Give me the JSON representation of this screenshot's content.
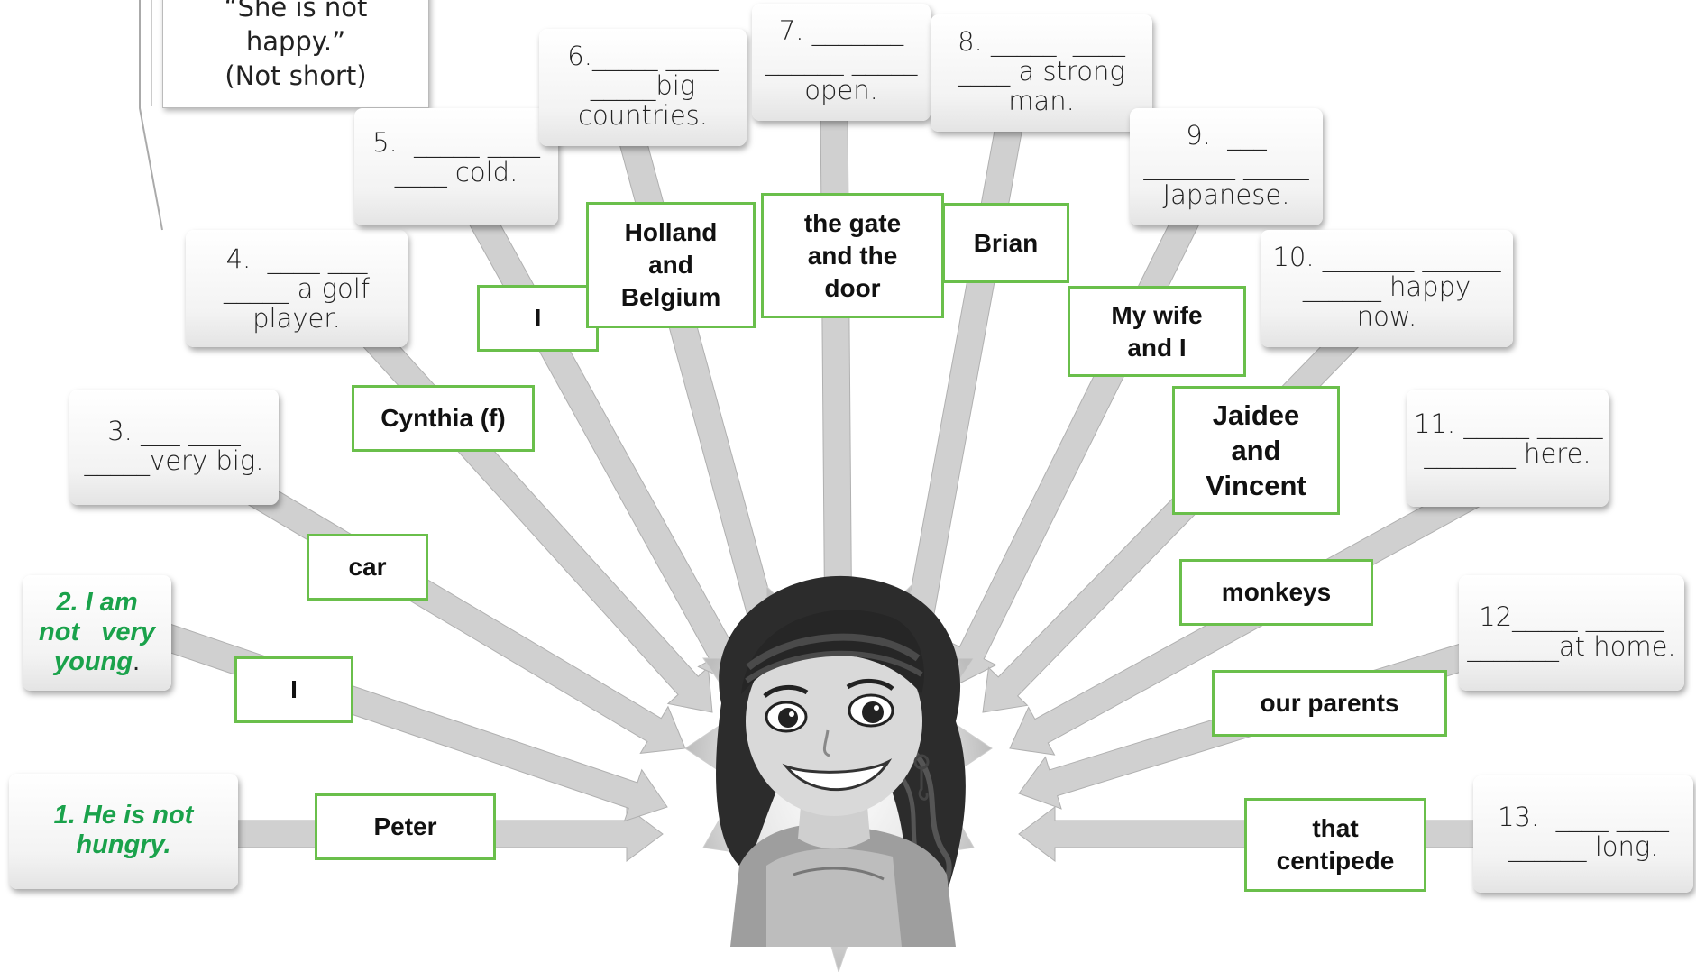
{
  "instruction_card": {
    "lines": [
      "“She is not",
      "happy.”",
      "(Not short)"
    ]
  },
  "exercise_cards": [
    {
      "id": "card-1",
      "lines": [
        "1. He is not",
        "hungry."
      ],
      "example": true
    },
    {
      "id": "card-2",
      "lines": [
        "2. I am",
        "not   very",
        "young"
      ],
      "suffix": ".",
      "example": true
    },
    {
      "id": "card-3",
      "lines": [
        "3. ___ ____",
        "_____very big."
      ]
    },
    {
      "id": "card-4",
      "lines": [
        "4.  ____ ___",
        "_____ a golf",
        "player."
      ]
    },
    {
      "id": "card-5",
      "lines": [
        "5.  _____ ____",
        "____ cold."
      ]
    },
    {
      "id": "card-6",
      "lines": [
        "6._____ ____",
        "_____big",
        "countries."
      ]
    },
    {
      "id": "card-7",
      "lines": [
        "7. _______",
        "______ _____",
        "open."
      ]
    },
    {
      "id": "card-8",
      "lines": [
        "8. _____  ____",
        "____ a strong",
        "man."
      ]
    },
    {
      "id": "card-9",
      "lines": [
        "9.  ___",
        "_______ _____",
        "Japanese."
      ]
    },
    {
      "id": "card-10",
      "lines": [
        "10. _______ ______",
        "______ happy",
        "now."
      ]
    },
    {
      "id": "card-11",
      "lines": [
        "11. _____ _____",
        "_______ here."
      ]
    },
    {
      "id": "card-12",
      "lines": [
        "12_____ ______",
        "_______at home."
      ]
    },
    {
      "id": "card-13",
      "lines": [
        "13.  ____ ____",
        "______ long."
      ]
    }
  ],
  "subjects": [
    {
      "id": "subject-peter",
      "text": "Peter"
    },
    {
      "id": "subject-i-2",
      "text": "I"
    },
    {
      "id": "subject-car",
      "text": "car"
    },
    {
      "id": "subject-cynthia",
      "text": "Cynthia (f)"
    },
    {
      "id": "subject-i-5",
      "text": "I"
    },
    {
      "id": "subject-holland-belgium",
      "text": "Holland\nand\nBelgium"
    },
    {
      "id": "subject-gate-door",
      "text": "the gate\nand the\ndoor"
    },
    {
      "id": "subject-brian",
      "text": "Brian"
    },
    {
      "id": "subject-my-wife",
      "text": "My wife\nand I"
    },
    {
      "id": "subject-jaidee-vincent",
      "text": "Jaidee\nand\nVincent"
    },
    {
      "id": "subject-monkeys",
      "text": "monkeys"
    },
    {
      "id": "subject-our-parents",
      "text": "our parents"
    },
    {
      "id": "subject-centipede",
      "text": "that\ncentipede"
    }
  ],
  "colors": {
    "example_text": "#1aa24b",
    "subject_border": "#6abf4b",
    "ray": "#d0d0d0"
  },
  "central_figure": {
    "icon": "woman-portrait-icon"
  }
}
